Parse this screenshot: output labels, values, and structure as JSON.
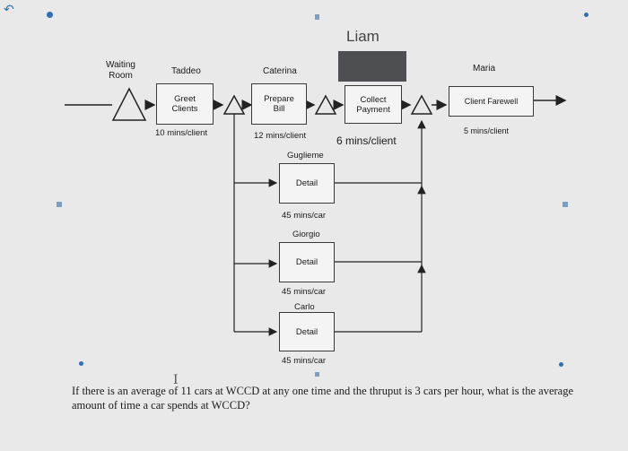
{
  "people": {
    "waiting_room": "Waiting\nRoom",
    "taddeo": "Taddeo",
    "caterina": "Caterina",
    "liam": "Liam",
    "maria": "Maria",
    "guglielmo": "Guglieme",
    "giorgio": "Giorgio",
    "carlo": "Carlo"
  },
  "boxes": {
    "greet": "Greet\nClients",
    "prepare": "Prepare\nBill",
    "collect": "Collect\nPayment",
    "farewell": "Client Farewell",
    "detail1": "Detail",
    "detail2": "Detail",
    "detail3": "Detail"
  },
  "times": {
    "greet": "10 mins/client",
    "prepare": "12 mins/client",
    "collect": "6 mins/client",
    "farewell": "5 mins/client",
    "detail1": "45 mins/car",
    "detail2": "45 mins/car",
    "detail3": "45 mins/car"
  },
  "question": "If there is an average of 11 cars at WCCD at any one time and the thruput is 3 cars per hour, what is the average amount of time a car spends at WCCD?",
  "colors": {
    "accent": "#2e6fb8",
    "liam_box": "#4d4f52"
  }
}
